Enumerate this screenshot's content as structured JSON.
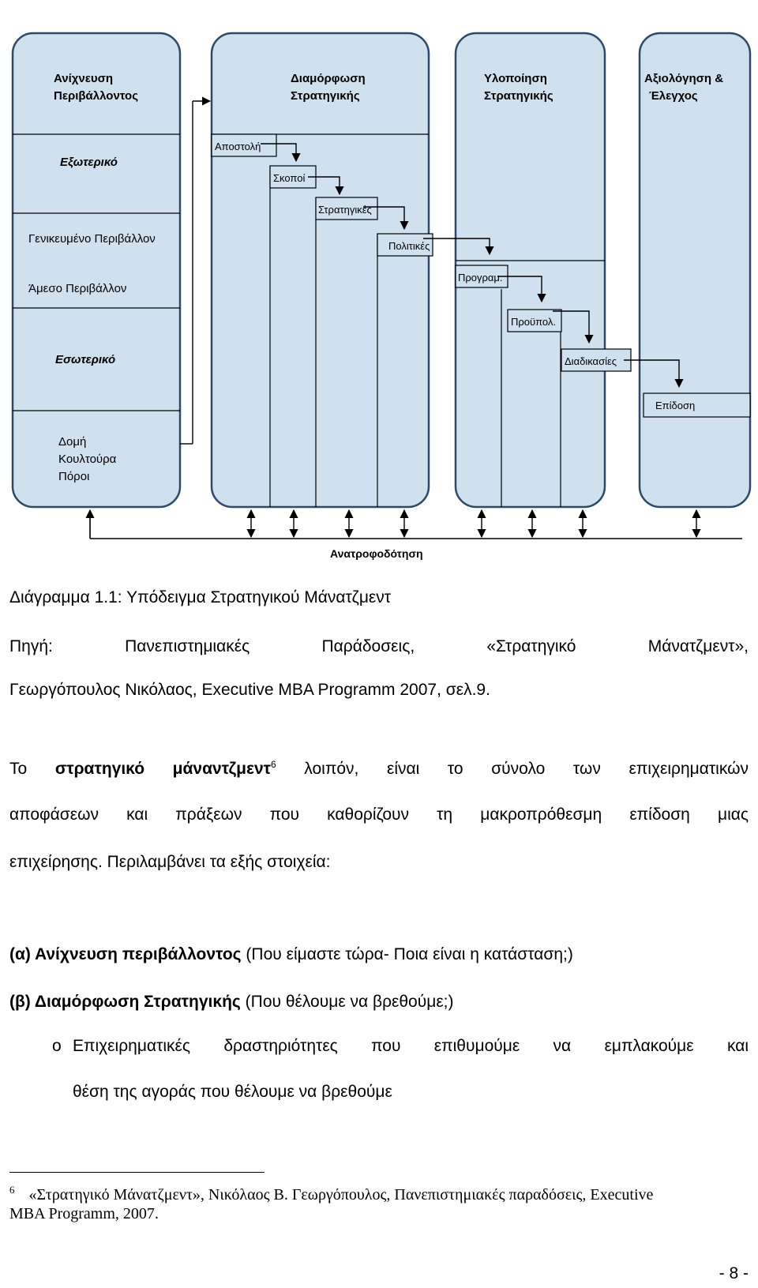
{
  "diagram": {
    "colors": {
      "panel_fill": "#cfe0ee",
      "panel_border": "#2e4a66",
      "line": "#000000",
      "label_box_fill": "#ffffff"
    },
    "col1": {
      "title_line1": "Ανίχνευση",
      "title_line2": "Περιβάλλοντος",
      "external": "Εξωτερικό",
      "general_env": "Γενικευμένο Περιβάλλον",
      "immediate_env": "Άμεσο Περιβάλλον",
      "internal": "Εσωτερικό",
      "structure": "Δομή",
      "culture": "Κουλτούρα",
      "resources": "Πόροι"
    },
    "col2": {
      "title_line1": "Διαμόρφωση",
      "title_line2": "Στρατηγικής",
      "mission": "Αποστολή",
      "objectives": "Σκοποί",
      "strategies": "Στρατηγικές",
      "policies": "Πολιτικές"
    },
    "col3": {
      "title_line1": "Υλοποίηση",
      "title_line2": "Στρατηγικής",
      "programs": "Προγραμ.",
      "budgets": "Προϋπολ.",
      "procedures": "Διαδικασίες"
    },
    "col4": {
      "title_line1": "Αξιολόγηση &",
      "title_line2": "Έλεγχος",
      "performance": "Επίδοση"
    },
    "feedback": "Ανατροφοδότηση"
  },
  "caption": "Διάγραμμα 1.1: Υπόδειγμα Στρατηγικού Μάνατζμεντ",
  "source_line1": "Πηγή: Πανεπιστημιακές Παράδοσεις, «Στρατηγικό Μάνατζμεντ»,",
  "source_line2": "Γεωργόπουλος Νικόλαος, Executive MBA Programm 2007, σελ.9.",
  "para1": {
    "start": "Το ",
    "bold": "στρατηγικό μάναντζμεντ",
    "fnref": "6",
    "rest_line1": " λοιπόν, είναι το σύνολο των επιχειρηματικών",
    "line2": "αποφάσεων και πράξεων που καθορίζουν τη μακροπρόθεσμη επίδοση μιας",
    "line3": "επιχείρησης. Περιλαμβάνει τα εξής στοιχεία:"
  },
  "item_a": {
    "bold": "(α) Ανίχνευση περιβάλλοντος",
    "rest": " (Που είμαστε τώρα- Ποια είναι η κατάσταση;)"
  },
  "item_b": {
    "bold": "(β) Διαμόρφωση Στρατηγικής",
    "rest": " (Που θέλουμε να βρεθούμε;)"
  },
  "bullet": {
    "mark": "o",
    "line1": "Επιχειρηματικές δραστηριότητες που επιθυμούμε να εμπλακούμε και",
    "line2": "θέση της αγοράς που θέλουμε να βρεθούμε"
  },
  "footnote": {
    "mark": "6",
    "line1": "«Στρατηγικό Μάνατζμεντ», Νικόλαος Β. Γεωργόπουλος, Πανεπιστημιακές παραδόσεις, Executive",
    "line2": "MBA Programm, 2007."
  },
  "page_number": "- 8 -"
}
